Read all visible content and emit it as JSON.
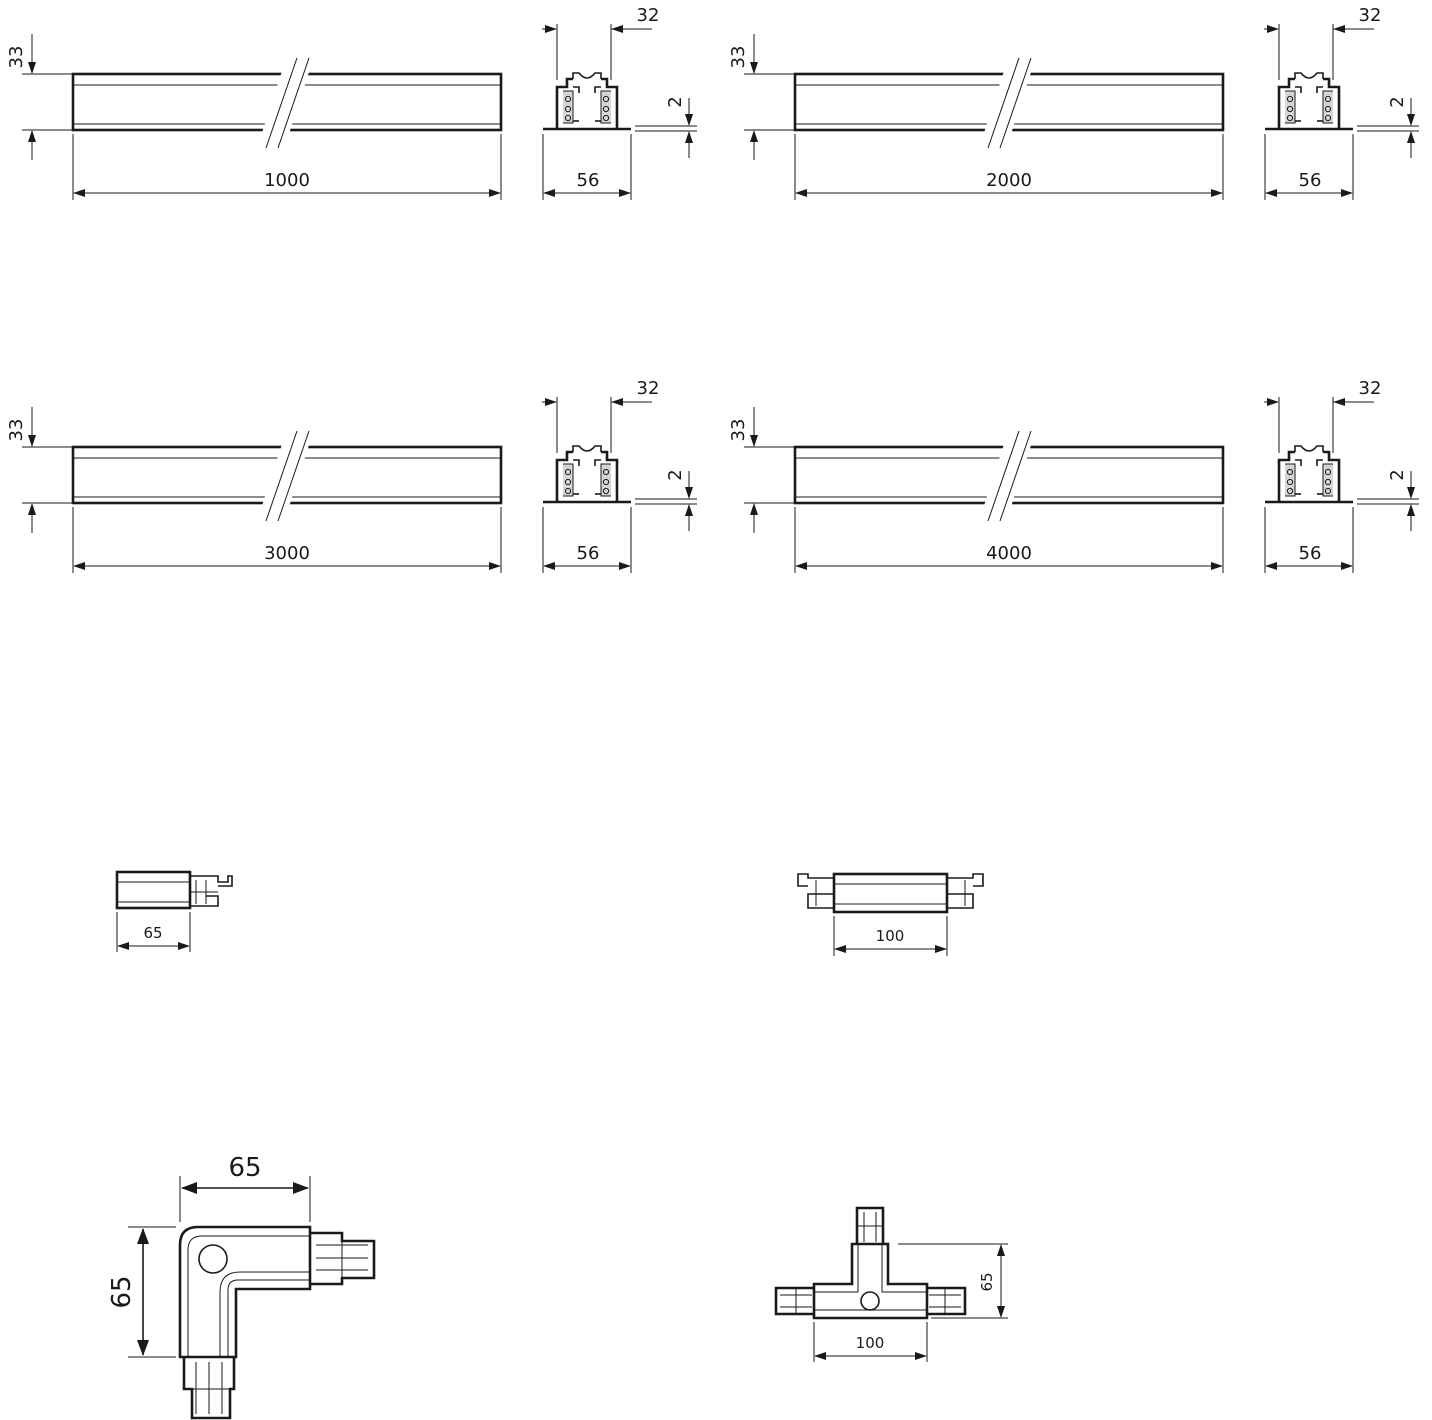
{
  "track_profiles": [
    {
      "length_label": "1000",
      "height_label": "33",
      "top_width_label": "32",
      "base_width_label": "56",
      "flange_label": "2"
    },
    {
      "length_label": "2000",
      "height_label": "33",
      "top_width_label": "32",
      "base_width_label": "56",
      "flange_label": "2"
    },
    {
      "length_label": "3000",
      "height_label": "33",
      "top_width_label": "32",
      "base_width_label": "56",
      "flange_label": "2"
    },
    {
      "length_label": "4000",
      "height_label": "33",
      "top_width_label": "32",
      "base_width_label": "56",
      "flange_label": "2"
    }
  ],
  "end_feed": {
    "length_label": "65"
  },
  "straight_connector": {
    "length_label": "100"
  },
  "l_connector": {
    "width_label": "65",
    "height_label": "65"
  },
  "t_connector": {
    "length_label": "100",
    "height_label": "65"
  },
  "colors": {
    "line": "#1a1a1a",
    "shade": "#d5d5d5",
    "background": "#ffffff"
  }
}
